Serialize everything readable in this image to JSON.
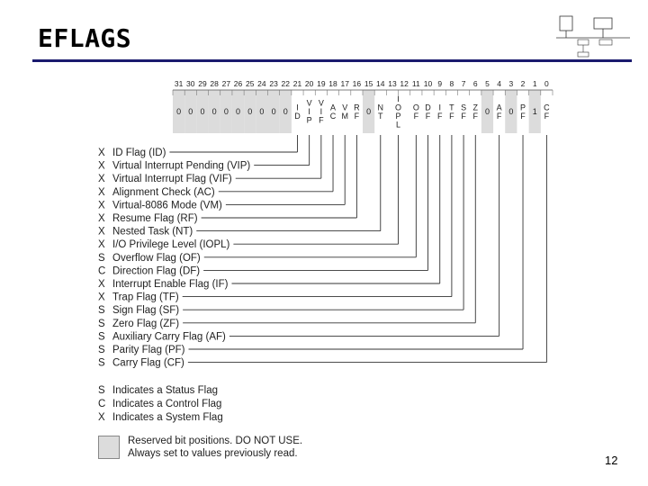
{
  "slide": {
    "title": "EFLAGS",
    "page_number": "12"
  },
  "colors": {
    "title_rule": "#1a1a6e",
    "reserved_fill": "#dcdcdc"
  },
  "register": {
    "bit_numbers": [
      "31",
      "30",
      "29",
      "28",
      "27",
      "26",
      "25",
      "24",
      "23",
      "22",
      "21",
      "20",
      "19",
      "18",
      "17",
      "16",
      "15",
      "14",
      "13",
      "12",
      "11",
      "10",
      "9",
      "8",
      "7",
      "6",
      "5",
      "4",
      "3",
      "2",
      "1",
      "0"
    ],
    "reserved_bits": [
      31,
      30,
      29,
      28,
      27,
      26,
      25,
      24,
      23,
      22,
      15,
      5,
      3,
      1
    ],
    "cells": [
      {
        "bit": 31,
        "lines": [
          "0"
        ]
      },
      {
        "bit": 30,
        "lines": [
          "0"
        ]
      },
      {
        "bit": 29,
        "lines": [
          "0"
        ]
      },
      {
        "bit": 28,
        "lines": [
          "0"
        ]
      },
      {
        "bit": 27,
        "lines": [
          "0"
        ]
      },
      {
        "bit": 26,
        "lines": [
          "0"
        ]
      },
      {
        "bit": 25,
        "lines": [
          "0"
        ]
      },
      {
        "bit": 24,
        "lines": [
          "0"
        ]
      },
      {
        "bit": 23,
        "lines": [
          "0"
        ]
      },
      {
        "bit": 22,
        "lines": [
          "0"
        ]
      },
      {
        "bit": 21,
        "lines": [
          "I",
          "D"
        ]
      },
      {
        "bit": 20,
        "lines": [
          "V",
          "I",
          "P"
        ]
      },
      {
        "bit": 19,
        "lines": [
          "V",
          "I",
          "F"
        ]
      },
      {
        "bit": 18,
        "lines": [
          "A",
          "C"
        ]
      },
      {
        "bit": 17,
        "lines": [
          "V",
          "M"
        ]
      },
      {
        "bit": 16,
        "lines": [
          "R",
          "F"
        ]
      },
      {
        "bit": 15,
        "lines": [
          "0"
        ]
      },
      {
        "bit": 14,
        "lines": [
          "N",
          "T"
        ]
      },
      {
        "bit": 12,
        "lines": [
          "I",
          "O",
          "P",
          "L"
        ],
        "span": 2
      },
      {
        "bit": 11,
        "lines": [
          "O",
          "F"
        ]
      },
      {
        "bit": 10,
        "lines": [
          "D",
          "F"
        ]
      },
      {
        "bit": 9,
        "lines": [
          "I",
          "F"
        ]
      },
      {
        "bit": 8,
        "lines": [
          "T",
          "F"
        ]
      },
      {
        "bit": 7,
        "lines": [
          "S",
          "F"
        ]
      },
      {
        "bit": 6,
        "lines": [
          "Z",
          "F"
        ]
      },
      {
        "bit": 5,
        "lines": [
          "0"
        ]
      },
      {
        "bit": 4,
        "lines": [
          "A",
          "F"
        ]
      },
      {
        "bit": 3,
        "lines": [
          "0"
        ]
      },
      {
        "bit": 2,
        "lines": [
          "P",
          "F"
        ]
      },
      {
        "bit": 1,
        "lines": [
          "1"
        ]
      },
      {
        "bit": 0,
        "lines": [
          "C",
          "F"
        ]
      }
    ]
  },
  "flags": [
    {
      "code": "X",
      "label": "ID Flag (ID)",
      "bit": 21
    },
    {
      "code": "X",
      "label": "Virtual Interrupt Pending (VIP)",
      "bit": 20
    },
    {
      "code": "X",
      "label": "Virtual Interrupt Flag (VIF)",
      "bit": 19
    },
    {
      "code": "X",
      "label": "Alignment Check (AC)",
      "bit": 18
    },
    {
      "code": "X",
      "label": "Virtual-8086 Mode (VM)",
      "bit": 17
    },
    {
      "code": "X",
      "label": "Resume Flag (RF)",
      "bit": 16
    },
    {
      "code": "X",
      "label": "Nested Task (NT)",
      "bit": 14
    },
    {
      "code": "X",
      "label": "I/O Privilege Level (IOPL)",
      "bit": 12.5
    },
    {
      "code": "S",
      "label": "Overflow Flag (OF)",
      "bit": 11
    },
    {
      "code": "C",
      "label": "Direction Flag (DF)",
      "bit": 10
    },
    {
      "code": "X",
      "label": "Interrupt Enable Flag (IF)",
      "bit": 9
    },
    {
      "code": "X",
      "label": "Trap Flag (TF)",
      "bit": 8
    },
    {
      "code": "S",
      "label": "Sign Flag (SF)",
      "bit": 7
    },
    {
      "code": "S",
      "label": "Zero Flag (ZF)",
      "bit": 6
    },
    {
      "code": "S",
      "label": "Auxiliary Carry Flag (AF)",
      "bit": 4
    },
    {
      "code": "S",
      "label": "Parity Flag (PF)",
      "bit": 2
    },
    {
      "code": "S",
      "label": "Carry Flag (CF)",
      "bit": 0
    }
  ],
  "legend": [
    {
      "code": "S",
      "text": "Indicates a Status Flag"
    },
    {
      "code": "C",
      "text": "Indicates a Control Flag"
    },
    {
      "code": "X",
      "text": "Indicates a System Flag"
    }
  ],
  "reserved_note": {
    "line1": "Reserved bit positions. DO NOT USE.",
    "line2": "Always set to values previously read."
  }
}
